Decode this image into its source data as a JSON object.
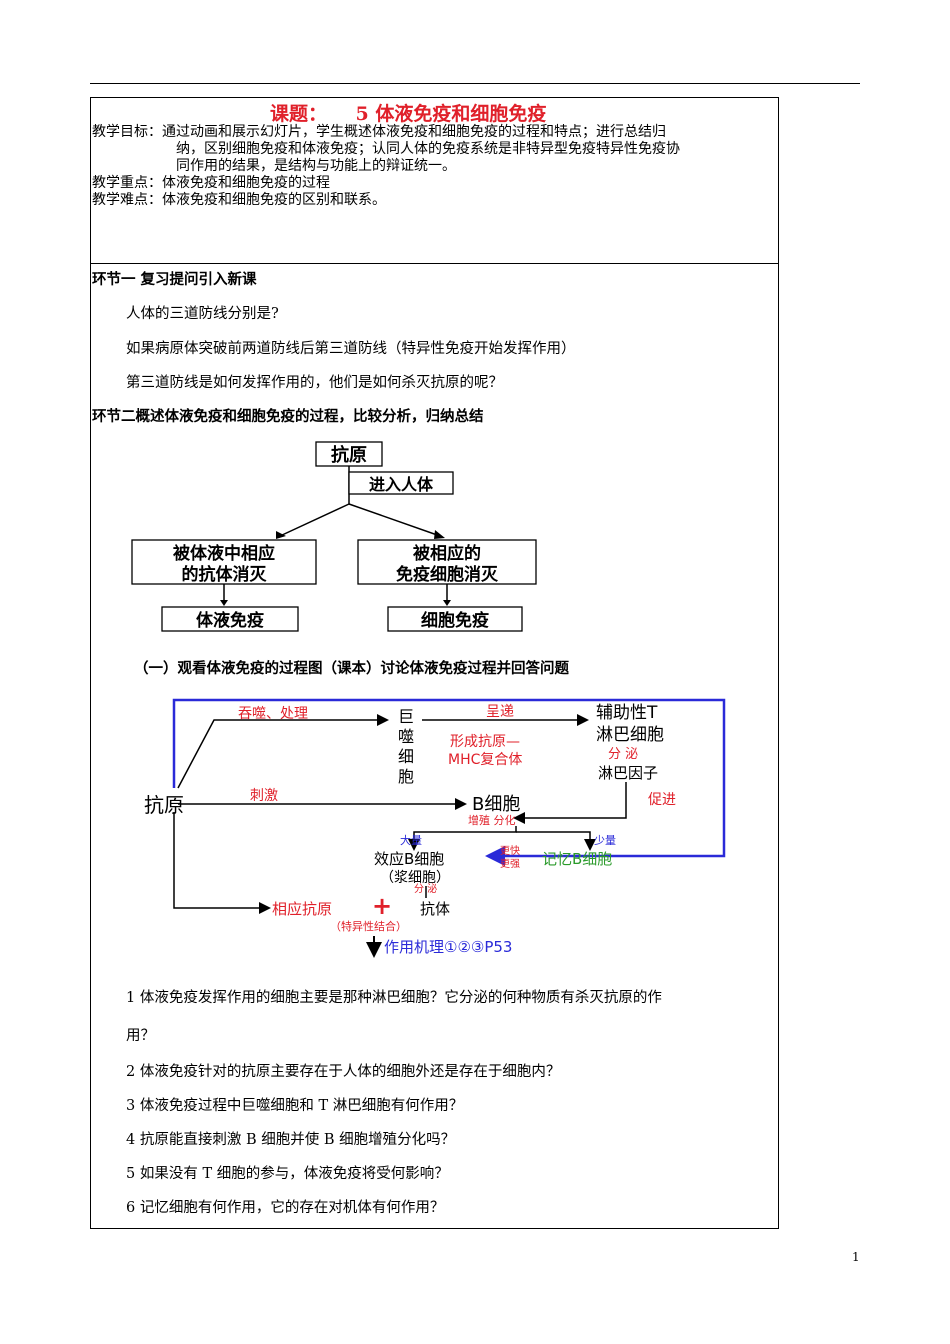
{
  "lesson": {
    "title": "课题：　　5 体液免疫和细胞免疫",
    "objectives_label": "教学目标：",
    "objectives_lines": [
      "通过动画和展示幻灯片，学生概述体液免疫和细胞免疫的过程和特点；进行总结归",
      "纳，区别细胞免疫和体液免疫；认同人体的免疫系统是非特异型免疫特异性免疫协",
      "同作用的结果，是结构与功能上的辩证统一。"
    ],
    "key_label": "教学重点：",
    "key_text": "体液免疫和细胞免疫的过程",
    "difficulty_label": "教学难点：",
    "difficulty_text": "体液免疫和细胞免疫的区别和联系。"
  },
  "section1": {
    "heading": "环节一  复习提问引入新课",
    "lines": [
      "人体的三道防线分别是?",
      "如果病原体突破前两道防线后第三道防线（特异性免疫开始发挥作用）",
      "第三道防线是如何发挥作用的，他们是如何杀灭抗原的呢？"
    ]
  },
  "section2": {
    "heading": "环节二概述体液免疫和细胞免疫的过程，比较分析，归纳总结"
  },
  "tree": {
    "root": "抗原",
    "enter": "进入人体",
    "left_box_1": "被体液中相应",
    "left_box_2": "的抗体消灭",
    "right_box_1": "被相应的",
    "right_box_2": "免疫细胞消灭",
    "left_leaf": "体液免疫",
    "right_leaf": "细胞免疫"
  },
  "subsection": {
    "heading": "（一）观看体液免疫的过程图（课本）讨论体液免疫过程并回答问题"
  },
  "flow": {
    "antigen": "抗原",
    "phago": "吞噬、处理",
    "macrophage": [
      "巨",
      "噬",
      "细",
      "胞"
    ],
    "present": "呈递",
    "form_complex_1": "形成抗原—",
    "form_complex_2": "MHC复合体",
    "helper_t_1": "辅助性T",
    "helper_t_2": "淋巴细胞",
    "secrete": "分 泌",
    "lymphokine": "淋巴因子",
    "promote": "促进",
    "stimulate": "刺激",
    "b_cell": "B细胞",
    "proliferate": "增殖  分化",
    "many": "大量",
    "few": "少量",
    "effector_b": "效应B细胞",
    "plasma": "（浆细胞）",
    "faster_1": "更快",
    "faster_2": "更强",
    "memory_b": "记忆B细胞",
    "secrete2": "分 泌",
    "corr_antigen": "相应抗原",
    "plus": "+",
    "antibody": "抗体",
    "specific_bind": "（特异性结合）",
    "mechanism": "作用机理①②③P53"
  },
  "questions": [
    "1 体液免疫发挥作用的细胞主要是那种淋巴细胞？它分泌的何种物质有杀灭抗原的作",
    "用？",
    "2  体液免疫针对的抗原主要存在于人体的细胞外还是存在于细胞内？",
    "3  体液免疫过程中巨噬细胞和 T 淋巴细胞有何作用？",
    "4  抗原能直接刺激 B 细胞并使 B 细胞增殖分化吗？",
    "5  如果没有 T 细胞的参与，体液免疫将受何影响？",
    "6  记忆细胞有何作用，它的存在对机体有何作用？"
  ],
  "page_number": "1",
  "colors": {
    "title_red": "#e0202a",
    "flow_blue": "#2a2ad8",
    "flow_red": "#e0202a",
    "flow_green": "#2a9a2a"
  }
}
